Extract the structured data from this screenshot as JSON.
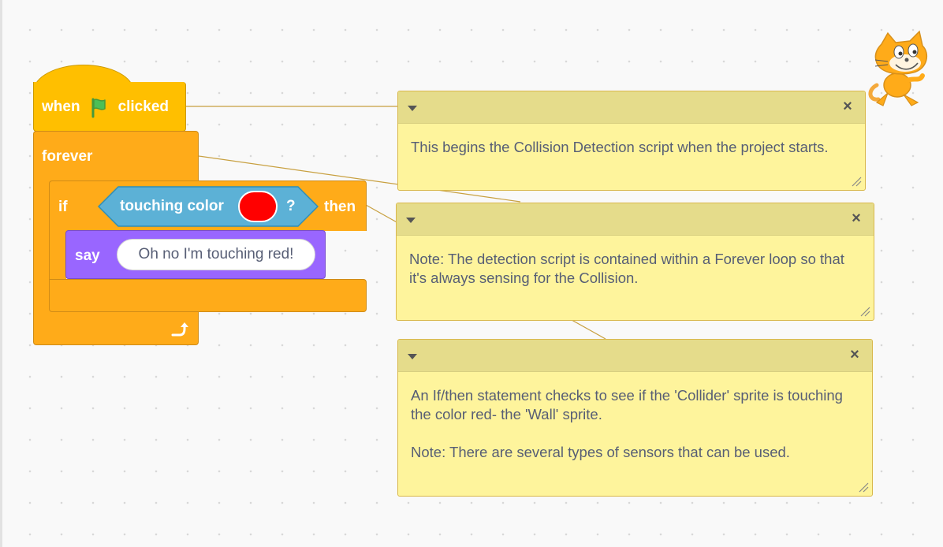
{
  "blocks": {
    "hat": {
      "label_when": "when",
      "label_clicked": "clicked"
    },
    "forever": {
      "label": "forever"
    },
    "if_block": {
      "label_if": "if",
      "label_then": "then"
    },
    "sensing": {
      "label": "touching color",
      "question": "?",
      "color": "#ff0000"
    },
    "say": {
      "label": "say",
      "message": "Oh no I'm touching red!"
    }
  },
  "comments": [
    {
      "text": "This begins the Collision Detection script when the project starts."
    },
    {
      "text": "Note: The detection script is contained within a Forever loop so that it's always sensing for the Collision."
    },
    {
      "text": "An If/then statement checks to see if the 'Collider' sprite is touching the color red- the 'Wall' sprite.\n\nNote: There are several types of sensors that can be used."
    }
  ],
  "comment_close_glyph": "×",
  "colors": {
    "events": "#ffbf00",
    "control": "#ffab19",
    "sensing": "#5cb1d6",
    "looks": "#9966ff",
    "comment": "#fef49c",
    "comment_header": "#e5dc8b"
  },
  "sprite_icon": "scratch-cat-icon"
}
